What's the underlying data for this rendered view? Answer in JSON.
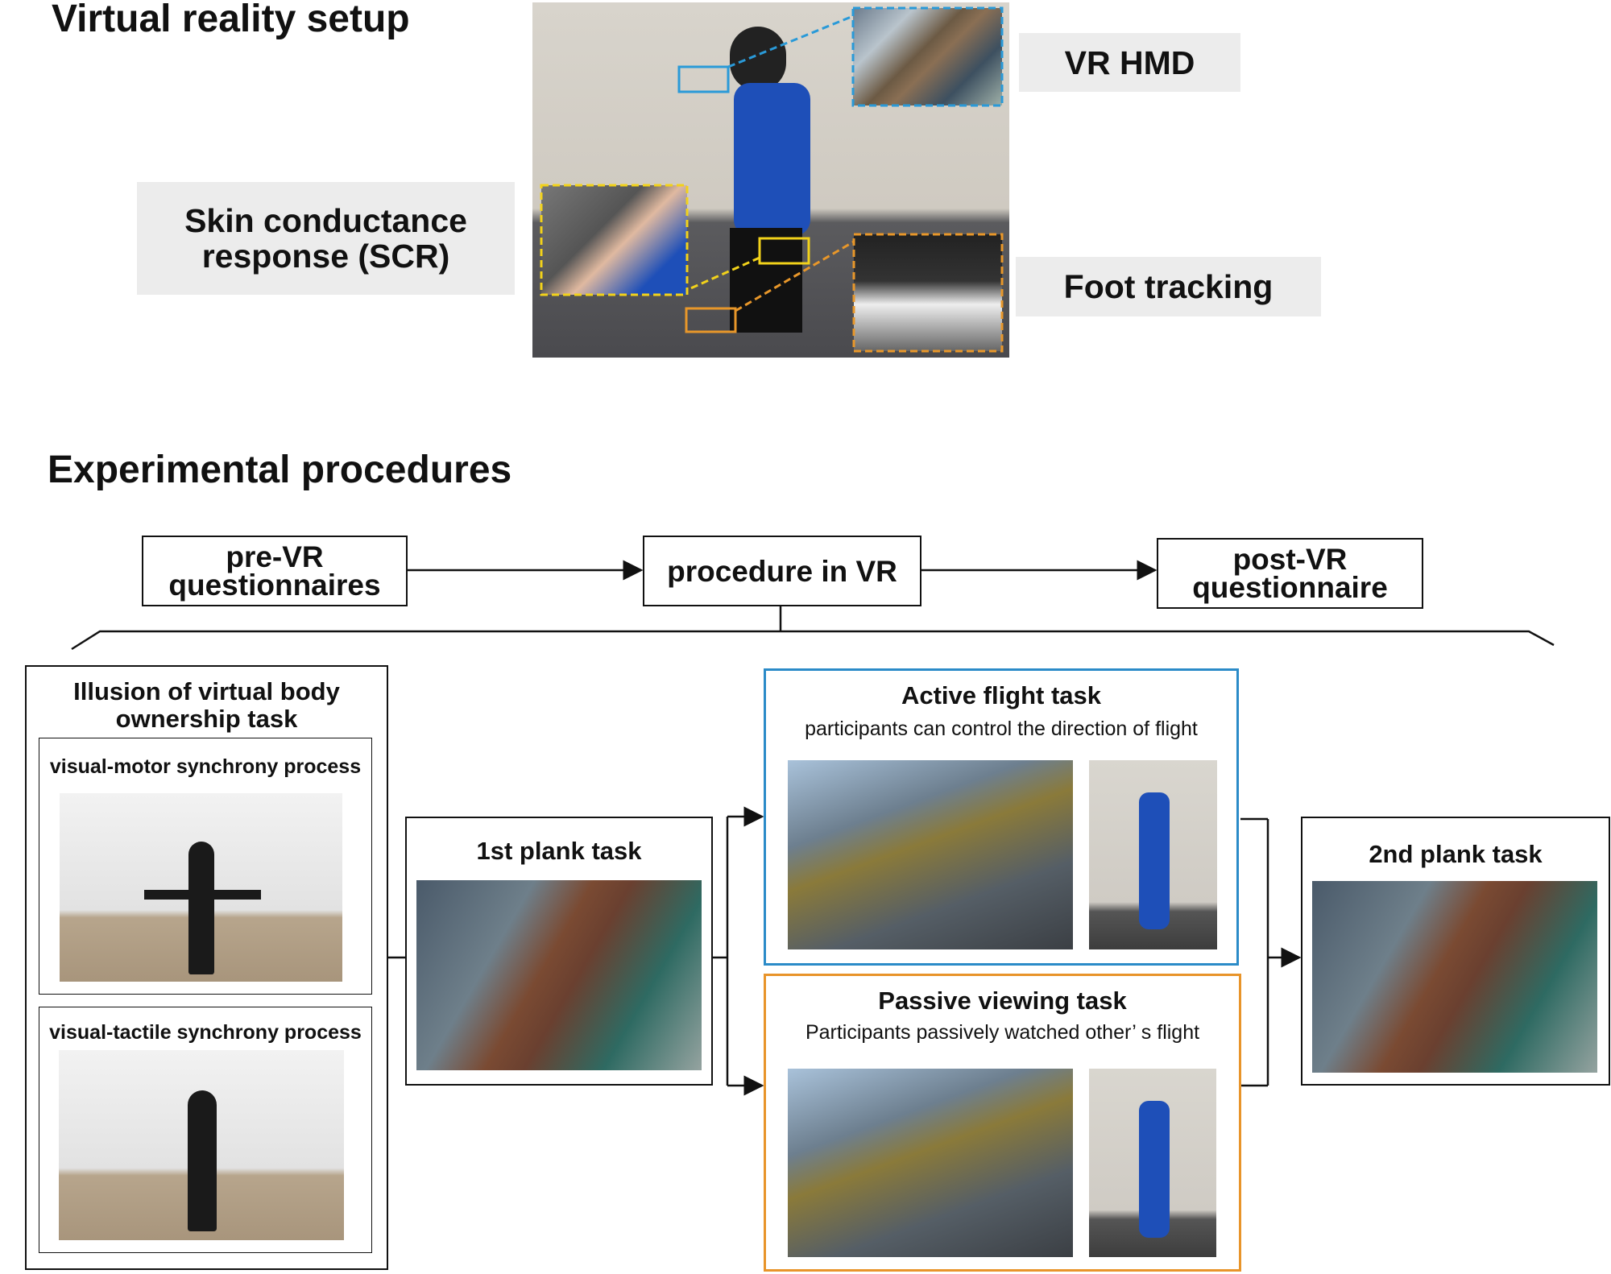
{
  "setup": {
    "title": "Virtual reality setup",
    "labels": {
      "hmd": "VR HMD",
      "scr_line1": "Skin conductance",
      "scr_line2": "response (SCR)",
      "foot": "Foot tracking"
    },
    "colors": {
      "hmd": "#2a9ad8",
      "scr": "#f2d21a",
      "foot": "#e8972a"
    }
  },
  "procedures": {
    "title": "Experimental procedures",
    "pre_vr_line1": "pre-VR",
    "pre_vr_line2": "questionnaires",
    "in_vr": "procedure in VR",
    "post_vr_line1": "post-VR",
    "post_vr_line2": "questionnaire",
    "illusion": {
      "title_line1": "Illusion of virtual body",
      "title_line2": "ownership task",
      "motor": "visual-motor synchrony process",
      "tactile": "visual-tactile synchrony process"
    },
    "plank1": "1st plank task",
    "active": {
      "title": "Active flight task",
      "desc": "participants can control the direction of flight",
      "color": "#2b8bc8"
    },
    "passive": {
      "title": "Passive viewing task",
      "desc": "Participants passively watched other’ s flight",
      "color": "#e8942a"
    },
    "plank2": "2nd plank task"
  }
}
